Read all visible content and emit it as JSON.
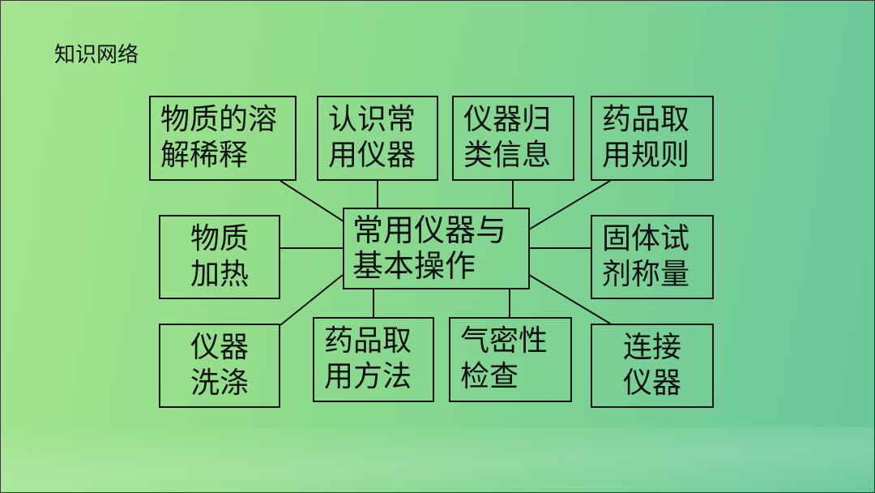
{
  "slide_title": "知识网络",
  "center": {
    "line1": "常用仪器与",
    "line2": "基本操作"
  },
  "nodes": [
    {
      "line1": "物质的溶",
      "line2": "解稀释"
    },
    {
      "line1": "认识常",
      "line2": "用仪器"
    },
    {
      "line1": "仪器归",
      "line2": "类信息"
    },
    {
      "line1": "药品取",
      "line2": "用规则"
    },
    {
      "line1": "物质",
      "line2": "加热"
    },
    {
      "line1": "固体试",
      "line2": "剂称量"
    },
    {
      "line1": "仪器",
      "line2": "洗涤"
    },
    {
      "line1": "药品取",
      "line2": "用方法"
    },
    {
      "line1": "气密性",
      "line2": "检查"
    },
    {
      "line1": "连接",
      "line2": "仪器"
    }
  ],
  "colors": {
    "background_start": "#a6e58e",
    "background_end": "#68c79c",
    "line": "#111111",
    "text": "#111111"
  }
}
